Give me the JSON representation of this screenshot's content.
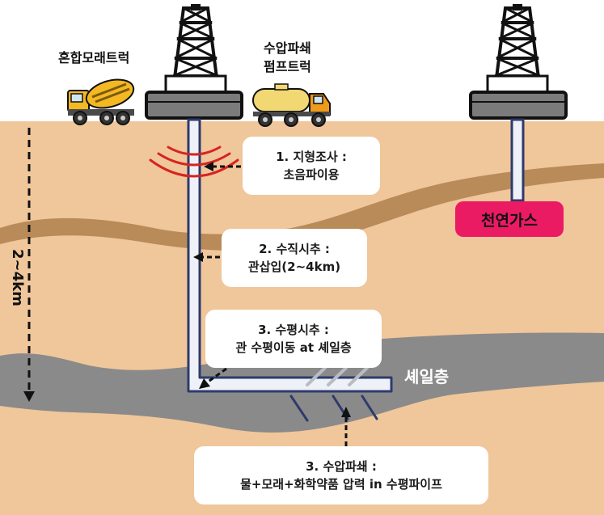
{
  "labels": {
    "mixer_truck": "혼합모래트럭",
    "pump_truck_line1": "수압파쇄",
    "pump_truck_line2": "펌프트럭",
    "natural_gas": "천연가스",
    "shale_layer": "셰일층",
    "depth": "2~4km"
  },
  "steps": [
    {
      "line1": "1. 지형조사 :",
      "line2": "초음파이용"
    },
    {
      "line1": "2. 수직시추 :",
      "line2": "관삽입(2~4km)"
    },
    {
      "line1": "3. 수평시추 :",
      "line2": "관 수평이동 at 셰일층"
    },
    {
      "line1": "3. 수압파쇄 :",
      "line2": "물+모래+화학약품 압력 in 수평파이프"
    }
  ],
  "colors": {
    "ground": "#f0c69b",
    "sky": "#ffffff",
    "clay_band": "#b98b59",
    "shale": "#8a8a8a",
    "pipe": "#2f3a6b",
    "pipe_fill": "#eef2f8",
    "sonic_waves": "#d8231f",
    "gas": "#ea1b63",
    "truck_yellow": "#f4b822",
    "tank_yellow": "#f2d873"
  }
}
